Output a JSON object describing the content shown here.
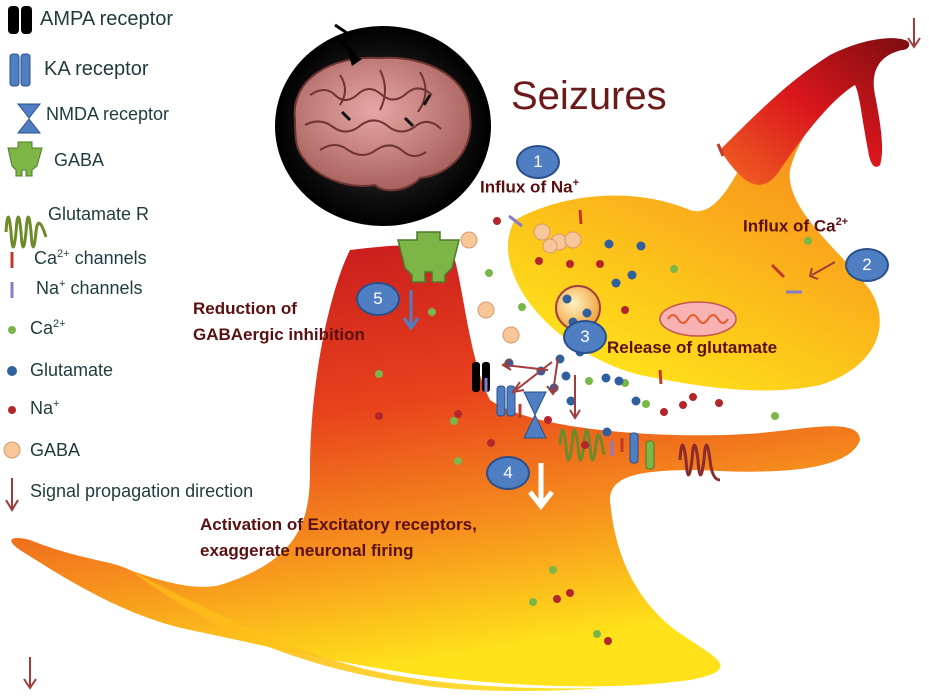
{
  "legend": {
    "ampa": "AMPA receptor",
    "ka": "KA receptor",
    "nmda": "NMDA receptor",
    "gaba_receptor": "GABA",
    "glutamate_r": "Glutamate R",
    "ca_channels": "Ca",
    "ca_channels_sup": "2+",
    "ca_channels_suffix": " channels",
    "na_channels": "Na",
    "na_channels_sup": "+",
    "na_channels_suffix": " channels",
    "ca_ion": "Ca",
    "ca_ion_sup": "2+",
    "glutamate": "Glutamate",
    "na_ion": "Na",
    "na_ion_sup": "+",
    "gaba_molecule": "GABA",
    "signal": "Signal propagation direction"
  },
  "title": "Seizures",
  "steps": {
    "s1": "1",
    "s2": "2",
    "s3": "3",
    "s4": "4",
    "s5": "5"
  },
  "annotations": {
    "influx_na": "Influx of Na",
    "influx_na_sup": "+",
    "influx_ca": "Influx of Ca",
    "influx_ca_sup": "2+",
    "release_glutamate": "Release of glutamate",
    "reduction_line1": "Reduction of",
    "reduction_line2": "GABAergic inhibition",
    "activation_line1": "Activation of Excitatory receptors,",
    "activation_line2": "exaggerate neuronal firing"
  },
  "colors": {
    "na_dot": "#b3262b",
    "ca_dot": "#7ab648",
    "glu_dot": "#2f5f9e",
    "gaba_dot": "#f7c79a",
    "step_circle": "#4f7fc2",
    "title": "#6b1a1a"
  }
}
